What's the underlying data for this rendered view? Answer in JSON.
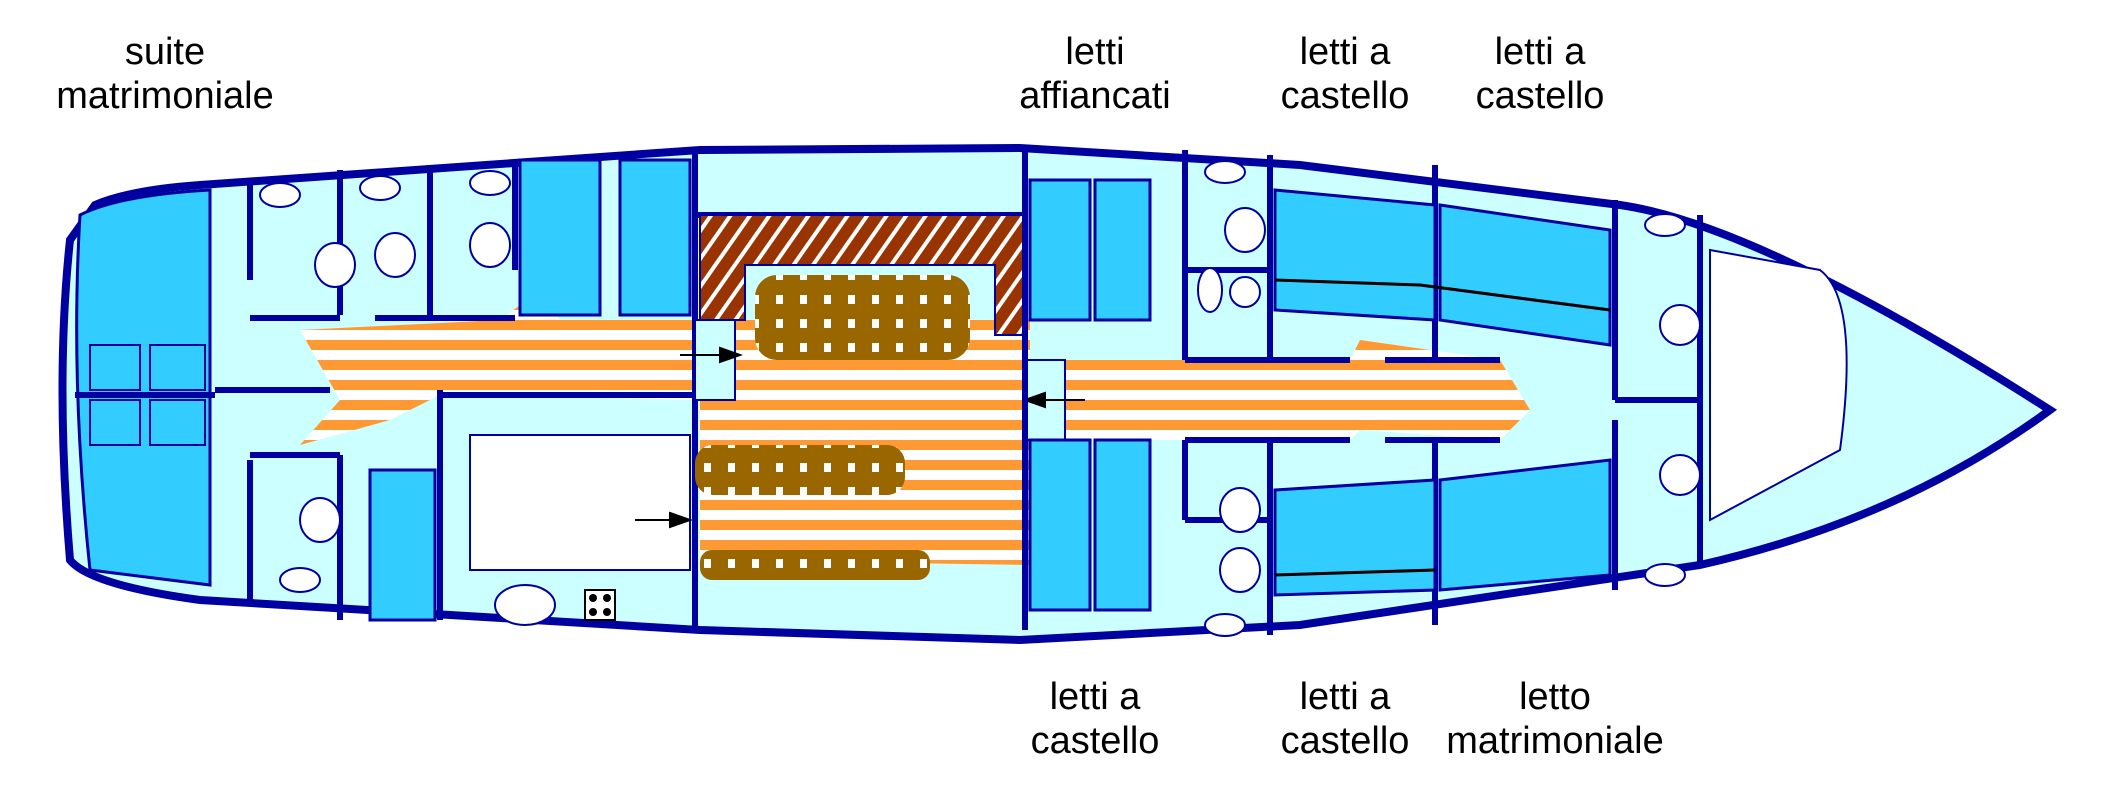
{
  "labels": {
    "suite": {
      "line1": "suite",
      "line2": "matrimoniale"
    },
    "top_affiancati": {
      "line1": "letti",
      "line2": "affiancati"
    },
    "top_castello_1": {
      "line1": "letti a",
      "line2": "castello"
    },
    "top_castello_2": {
      "line1": "letti a",
      "line2": "castello"
    },
    "bottom_castello_1": {
      "line1": "letti a",
      "line2": "castello"
    },
    "bottom_castello_2": {
      "line1": "letti a",
      "line2": "castello"
    },
    "bottom_matrimoniale": {
      "line1": "letto",
      "line2": "matrimoniale"
    }
  },
  "colors": {
    "wall": "#0000A0",
    "floor": "#CCFFFF",
    "bed": "#33CCFF",
    "corridor_stripe": "#FF9933",
    "seating": "#993300",
    "table": "#996600"
  }
}
